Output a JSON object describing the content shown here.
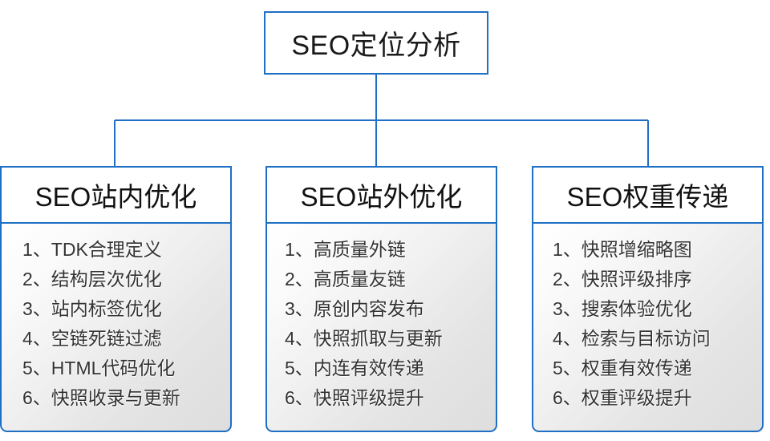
{
  "diagram": {
    "type": "org-tree",
    "title": "SEO定位分析",
    "accent_color": "#1f6fc4",
    "text_color": "#333333",
    "background": "#ffffff",
    "separator": "、",
    "root": {
      "label": "SEO定位分析"
    },
    "branches": [
      {
        "header": "SEO站内优化",
        "items": [
          {
            "num": "1",
            "text": "TDK合理定义"
          },
          {
            "num": "2",
            "text": "结构层次优化"
          },
          {
            "num": "3",
            "text": "站内标签优化"
          },
          {
            "num": "4",
            "text": "空链死链过滤"
          },
          {
            "num": "5",
            "text": "HTML代码优化"
          },
          {
            "num": "6",
            "text": "快照收录与更新"
          }
        ]
      },
      {
        "header": "SEO站外优化",
        "items": [
          {
            "num": "1",
            "text": "高质量外链"
          },
          {
            "num": "2",
            "text": "高质量友链"
          },
          {
            "num": "3",
            "text": "原创内容发布"
          },
          {
            "num": "4",
            "text": "快照抓取与更新"
          },
          {
            "num": "5",
            "text": "内连有效传递"
          },
          {
            "num": "6",
            "text": "快照评级提升"
          }
        ]
      },
      {
        "header": "SEO权重传递",
        "items": [
          {
            "num": "1",
            "text": "快照增缩略图"
          },
          {
            "num": "2",
            "text": "快照评级排序"
          },
          {
            "num": "3",
            "text": "搜索体验优化"
          },
          {
            "num": "4",
            "text": "检索与目标访问"
          },
          {
            "num": "5",
            "text": "权重有效传递"
          },
          {
            "num": "6",
            "text": "权重评级提升"
          }
        ]
      }
    ]
  }
}
